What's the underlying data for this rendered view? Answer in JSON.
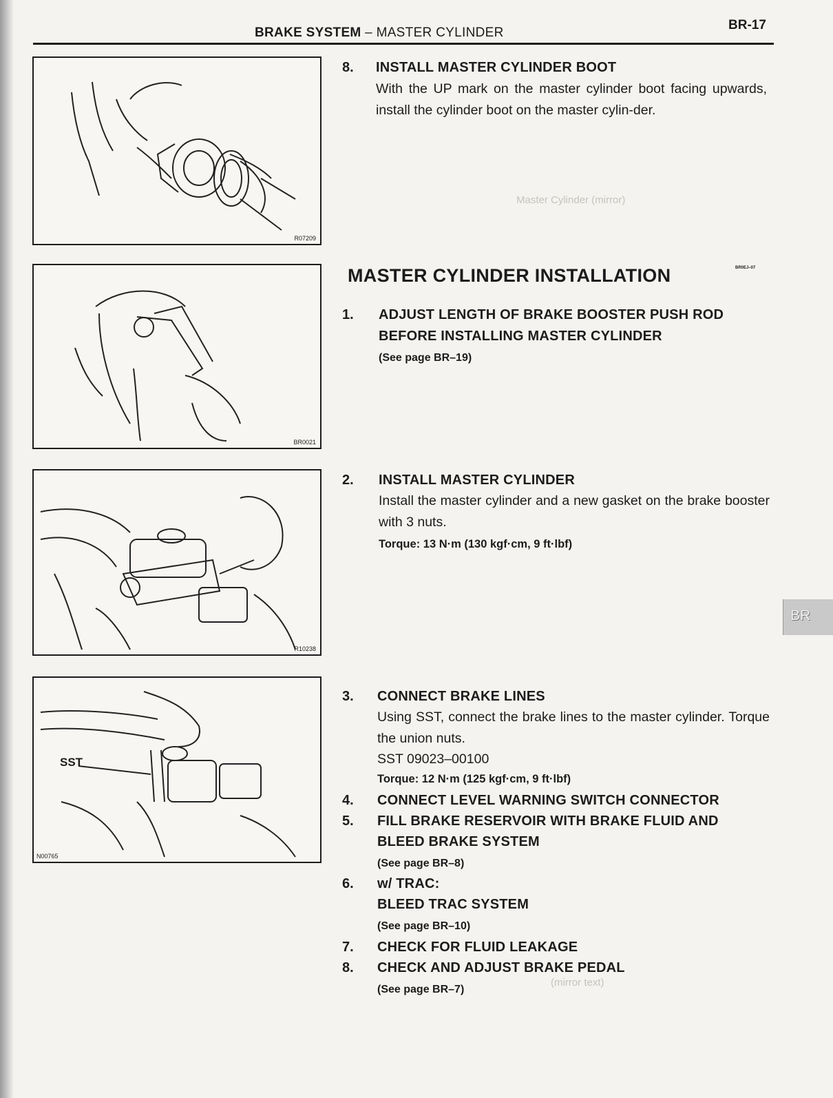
{
  "header": {
    "title_bold": "BRAKE SYSTEM",
    "title_rest": " – MASTER CYLINDER",
    "page_number": "BR-17"
  },
  "figures": [
    {
      "code": "R07209"
    },
    {
      "code": "BR0021"
    },
    {
      "code": "R10238"
    },
    {
      "code": "N00765",
      "label": "SST"
    }
  ],
  "top_step": {
    "number": "8.",
    "title": "INSTALL MASTER CYLINDER BOOT",
    "text": "With the UP mark on the master cylinder boot facing upwards, install the cylinder boot on the master cylin-der."
  },
  "section": {
    "title": "MASTER CYLINDER INSTALLATION",
    "code": "BR0EJ–07"
  },
  "steps": {
    "s1": {
      "number": "1.",
      "title_line1": "ADJUST LENGTH OF BRAKE BOOSTER PUSH ROD",
      "title_line2": "BEFORE INSTALLING MASTER CYLINDER",
      "note": "(See page BR–19)"
    },
    "s2": {
      "number": "2.",
      "title": "INSTALL MASTER CYLINDER",
      "text": "Install the master cylinder and a new gasket on the brake booster with 3 nuts.",
      "torque": "Torque: 13 N·m (130 kgf·cm, 9 ft·lbf)"
    },
    "s3": {
      "number": "3.",
      "title": "CONNECT BRAKE LINES",
      "text": "Using SST, connect the brake lines to the master cylinder. Torque the union nuts.",
      "sst": "SST 09023–00100",
      "torque": "Torque: 12 N·m (125 kgf·cm, 9 ft·lbf)"
    },
    "s4": {
      "number": "4.",
      "title": "CONNECT LEVEL WARNING SWITCH CONNECTOR"
    },
    "s5": {
      "number": "5.",
      "title_line1": "FILL BRAKE RESERVOIR WITH BRAKE FLUID AND",
      "title_line2": "BLEED BRAKE SYSTEM",
      "note": "(See page BR–8)"
    },
    "s6": {
      "number": "6.",
      "title_line1": "w/ TRAC:",
      "title_line2": "BLEED TRAC SYSTEM",
      "note": "(See page BR–10)"
    },
    "s7": {
      "number": "7.",
      "title": "CHECK FOR FLUID LEAKAGE"
    },
    "s8": {
      "number": "8.",
      "title": "CHECK AND ADJUST BRAKE PEDAL",
      "note": "(See page BR–7)"
    }
  },
  "side_tab": {
    "label": "BR"
  }
}
